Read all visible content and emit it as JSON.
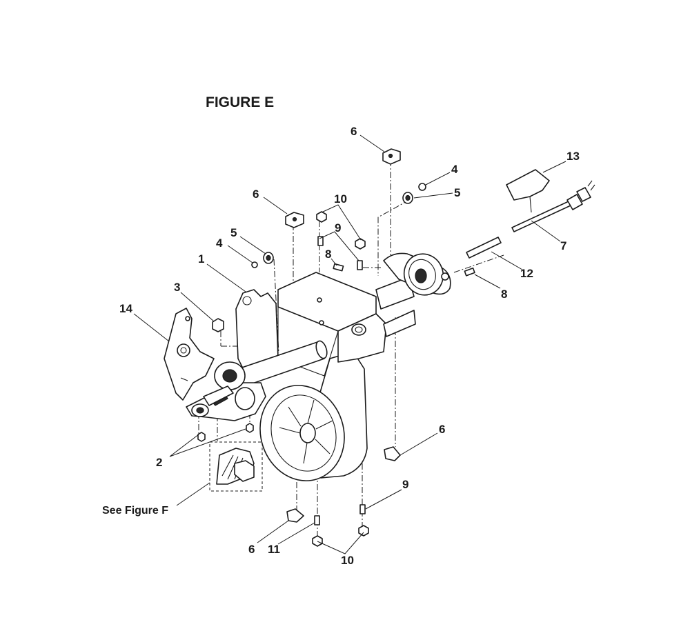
{
  "figure": {
    "title": "FIGURE E",
    "see_note": "See Figure F"
  },
  "callouts": [
    "6",
    "4",
    "5",
    "13",
    "6",
    "10",
    "9",
    "5",
    "4",
    "8",
    "7",
    "1",
    "12",
    "3",
    "8",
    "14",
    "6",
    "2",
    "9",
    "6",
    "11",
    "10"
  ]
}
